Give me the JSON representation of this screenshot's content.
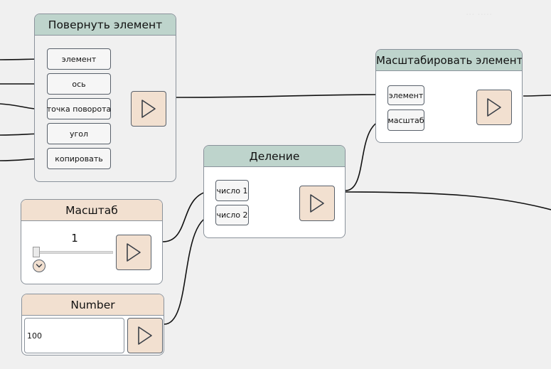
{
  "app": {
    "background_color": "#f0f0f0",
    "accent_header_color": "#bed4cc",
    "value_header_color": "#f2e0d0",
    "watermark": "··· ·····"
  },
  "nodes": {
    "rotate": {
      "title": "Повернуть элемент",
      "inputs": [
        "элемент",
        "ось",
        "точка поворота",
        "угол",
        "копировать"
      ],
      "run_icon": "play-icon"
    },
    "scale_element": {
      "title": "Масштабировать элемент",
      "inputs": [
        "элемент",
        "масштаб"
      ],
      "run_icon": "play-icon"
    },
    "divide": {
      "title": "Деление",
      "inputs": [
        "число 1",
        "число 2"
      ],
      "run_icon": "play-icon"
    },
    "scale_slider": {
      "title": "Масштаб",
      "value": "1",
      "slider_fraction": 0.0,
      "expand_icon": "chevron-down-icon",
      "run_icon": "play-icon"
    },
    "number": {
      "title": "Number",
      "value": "100",
      "run_icon": "play-icon"
    }
  }
}
